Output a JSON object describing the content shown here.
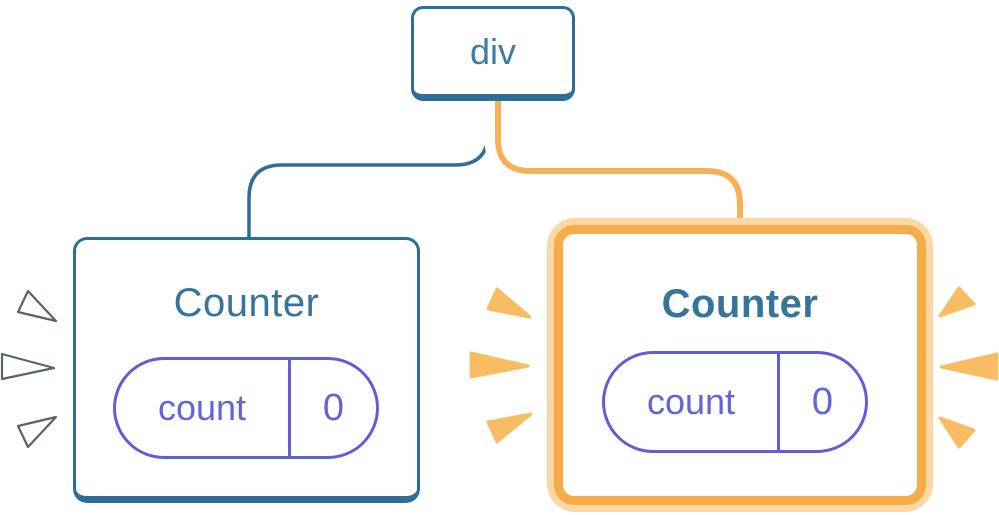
{
  "diagram": {
    "description": "React component tree: a div root rendering two Counter components with state",
    "root": {
      "label": "div"
    },
    "left_counter": {
      "label": "Counter",
      "pill": {
        "key": "count",
        "value": "0"
      }
    },
    "right_counter": {
      "label": "Counter",
      "pill": {
        "key": "count",
        "value": "0"
      }
    },
    "colors": {
      "steel_blue_border": "#2E6E96",
      "steel_blue_text": "#35749B",
      "orange_border_strong": "#F5AC49",
      "orange_border_light": "#FAD7A3",
      "orange_connector": "#F6B158",
      "orange_burst": "#F8BC63",
      "purple_pill": "#5E5ED8",
      "burst_outline": "#53656E",
      "white": "#FFFFFF"
    }
  }
}
